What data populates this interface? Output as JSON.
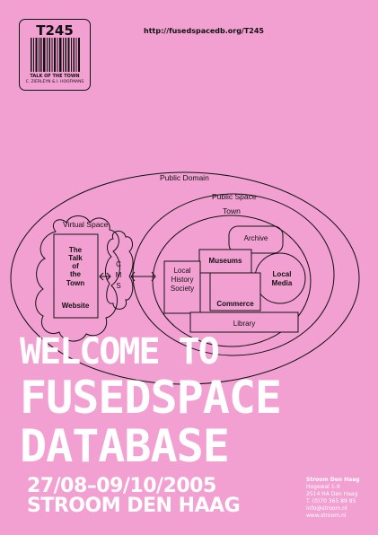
{
  "tag": {
    "code": "T245",
    "title": "TALK OF THE TOWN",
    "authors": "C. ZIERLEYN & I. HOOFMANS"
  },
  "url": "http://fusedspacedb.org/T245",
  "diagram": {
    "public_domain": "Public Domain",
    "public_space": "Public Space",
    "town": "Town",
    "virtual_space": "Virtual Space",
    "website_lines": [
      "The",
      "Talk",
      "of",
      "the",
      "Town"
    ],
    "website": "Website",
    "cms_letters": [
      "C",
      "M",
      "S"
    ],
    "archive": "Archive",
    "museums": "Museums",
    "local_history_lines": [
      "Local",
      "History",
      "Society"
    ],
    "local_media_lines": [
      "Local",
      "Media"
    ],
    "commerce": "Commerce",
    "library": "Library"
  },
  "headline": {
    "line1": "WELCOME TO",
    "line2": "FUSEDSPACE",
    "line3": "DATABASE"
  },
  "event": {
    "dates": "27/08–09/10/2005",
    "venue": "STROOM DEN HAAG"
  },
  "address": {
    "name": "Stroom Den Haag",
    "street": "Hogewal 1-9",
    "city": "2514 HA Den Haag",
    "phone": "T. (0)70 365 89 85",
    "email": "info@stroom.nl",
    "web": "www.stroom.nl"
  },
  "colors": {
    "background": "#f2a0d2",
    "ink": "#111111",
    "headline": "#ffffff"
  }
}
